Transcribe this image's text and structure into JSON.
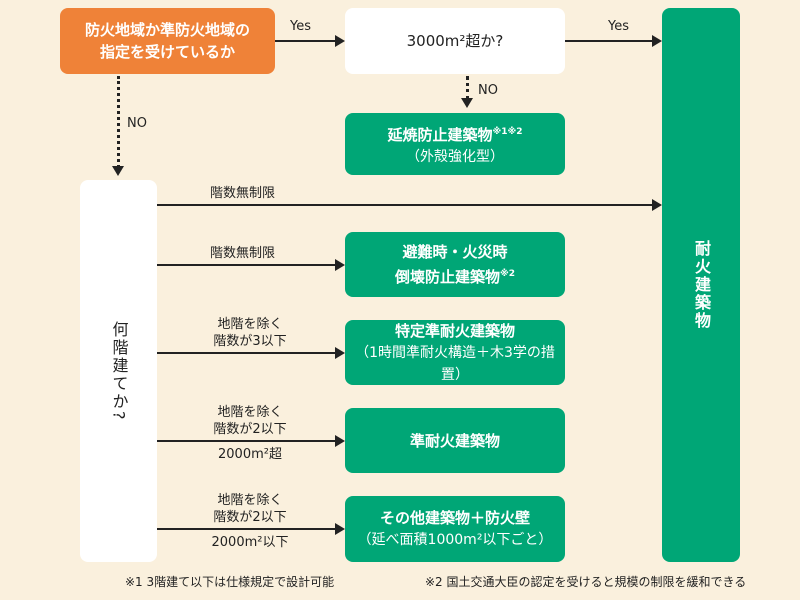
{
  "start": {
    "line1": "防火地域か準防火地域の",
    "line2": "指定を受けているか"
  },
  "yes": "Yes",
  "no": "NO",
  "area_question": "3000m²超か?",
  "floors_question": "何階建てか?",
  "result_fireproof": "耐火建築物",
  "enshou": {
    "title": "延焼防止建築物",
    "note": "※1※2",
    "sub": "（外殻強化型）"
  },
  "hinan": {
    "line1": "避難時・火災時",
    "line2": "倒壊防止建築物",
    "note": "※2"
  },
  "tokutei": {
    "title": "特定準耐火建築物",
    "sub": "（1時間準耐火構造＋木3学の措置）"
  },
  "jun": {
    "title": "準耐火建築物"
  },
  "sonota": {
    "title": "その他建築物＋防火壁",
    "sub": "（延べ面積1000m²以下ごと）"
  },
  "branches": {
    "b1": "階数無制限",
    "b2": "階数無制限",
    "b3a": "地階を除く",
    "b3b": "階数が3以下",
    "b4a": "地階を除く",
    "b4b": "階数が2以下",
    "b4c": "2000m²超",
    "b5a": "地階を除く",
    "b5b": "階数が2以下",
    "b5c": "2000m²以下"
  },
  "footnotes": {
    "n1": "※1  3階建て以下は仕様規定で設計可能",
    "n2": "※2  国土交通大臣の認定を受けると規模の制限を緩和できる"
  },
  "colors": {
    "orange": "#ef8238",
    "green": "#00a676",
    "bg": "#faf0dd"
  }
}
